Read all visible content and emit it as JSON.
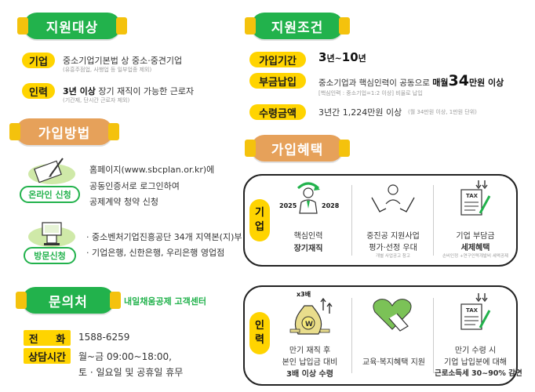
{
  "colors": {
    "green": "#22b24c",
    "orange": "#e6a15a",
    "yellow": "#ffd400"
  },
  "left": {
    "target": {
      "title": "지원대상",
      "company_label": "기업",
      "company_text": "중소기업기본법 상 중소·중견기업",
      "company_sub": "(유흥주점업, 사행업 등 일부업종 제외)",
      "person_label": "인력",
      "person_bold": "3년 이상",
      "person_text": "장기 재직이 가능한 근로자",
      "person_sub": "(기간제, 단시간 근로자 제외)"
    },
    "method": {
      "title": "가입방법",
      "online_label": "온라인 신청",
      "online_line1": "홈페이지(www.sbcplan.or.kr)에",
      "online_line2": "공동인증서로 로그인하여",
      "online_line3": "공제계약 청약 신청",
      "visit_label": "방문신청",
      "visit_line1": "· 중소벤처기업진흥공단 34개 지역본(지)부",
      "visit_line2": "· 기업은행, 신한은행, 우리은행 영업점"
    },
    "contact": {
      "title": "문의처",
      "center": "내일채움공제 고객센터",
      "phone_label": "전     화",
      "phone": "1588-6259",
      "hours_label": "상담시간",
      "hours_line1": "월~금 09:00~18:00,",
      "hours_line2": "토 · 일요일 및 공휴일 휴무"
    }
  },
  "right": {
    "conditions": {
      "title": "지원조건",
      "period_label": "가입기간",
      "period_a": "3",
      "period_unit_a": "년~",
      "period_b": "10",
      "period_unit_b": "년",
      "payment_label": "부금납입",
      "payment_text": "중소기업과 핵심인력이 공동으로",
      "payment_prefix": "매월",
      "payment_num": "34",
      "payment_suffix": "만원 이상",
      "payment_sub": "[핵심인력 : 중소기업=1:2 이상] 비율로 납입",
      "benefit_label": "수령금액",
      "benefit_text": "3년간 1,224만원 이상",
      "benefit_sub": "(월 34만원 이상, 1만원 단위)"
    },
    "benefits": {
      "title": "가입혜택",
      "company_label": [
        "기",
        "업"
      ],
      "c1_year_from": "2025",
      "c1_year_to": "2028",
      "c1_line1": "핵심인력",
      "c1_line2": "장기재직",
      "c2_line1": "중진공 지원사업",
      "c2_line2": "평가·선정 우대",
      "c2_sub": "개별 사업공고 참고",
      "c3_line1": "기업 부담금",
      "c3_line2": "세제혜택",
      "c3_sub": "손비인정 +연구인력개발비 세액공제",
      "tax_label": "TAX",
      "person_label": [
        "인",
        "력"
      ],
      "p1_badge": "x3배",
      "p1_line1": "만기 재직 후",
      "p1_line2": "본인 납입금 대비",
      "p1_line3": "3배 이상 수령",
      "p2_line1": "교육·복지혜택 지원",
      "p3_line1": "만기 수령 시",
      "p3_line2": "기업 납입분에 대해",
      "p3_line3": "근로소득세 30~90% 감면"
    }
  }
}
